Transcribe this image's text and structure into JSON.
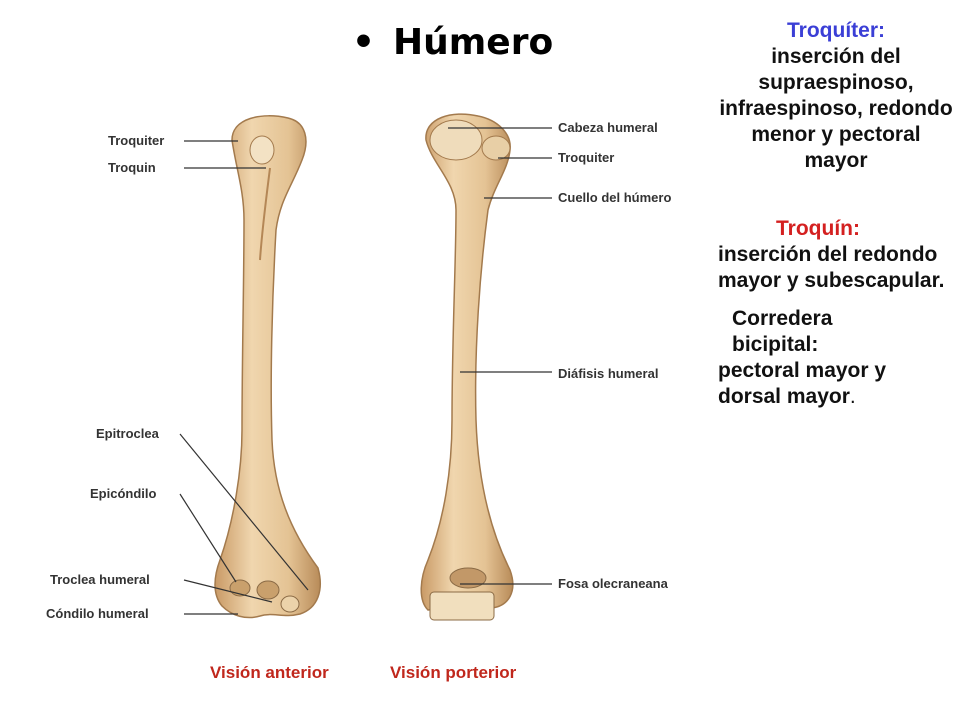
{
  "slide": {
    "title": "Húmero",
    "bullet": "•"
  },
  "labels": {
    "troquiter_left": "Troquiter",
    "troquin": "Troquin",
    "epitroclea": "Epitroclea",
    "epicondilo": "Epicóndilo",
    "troclea_humeral": "Troclea humeral",
    "condilo_humeral": "Cóndilo humeral",
    "cabeza_humeral": "Cabeza humeral",
    "troquiter_right": "Troquiter",
    "cuello_humero": "Cuello del húmero",
    "diafisis_humeral": "Diáfisis humeral",
    "fosa_olecraneana": "Fosa olecraneana"
  },
  "views": {
    "anterior": "Visión anterior",
    "posterior": "Visión porterior"
  },
  "notes": {
    "troquiter": {
      "heading": "Troquíter:",
      "text": "inserción del supraespinoso, infraespinoso, redondo menor y pectoral mayor"
    },
    "troquin": {
      "heading": "Troquín:",
      "text": "inserción del redondo mayor y subescapular."
    },
    "corredera": {
      "heading": "Corredera bicipital:",
      "text": "pectoral mayor y dorsal mayor",
      "end": "."
    }
  },
  "colors": {
    "bone": "#e2c193",
    "bone_shadow": "#b98d5c",
    "heading_blue": "#3b3fd6",
    "heading_red": "#d42020",
    "view_label": "#c0271c"
  }
}
